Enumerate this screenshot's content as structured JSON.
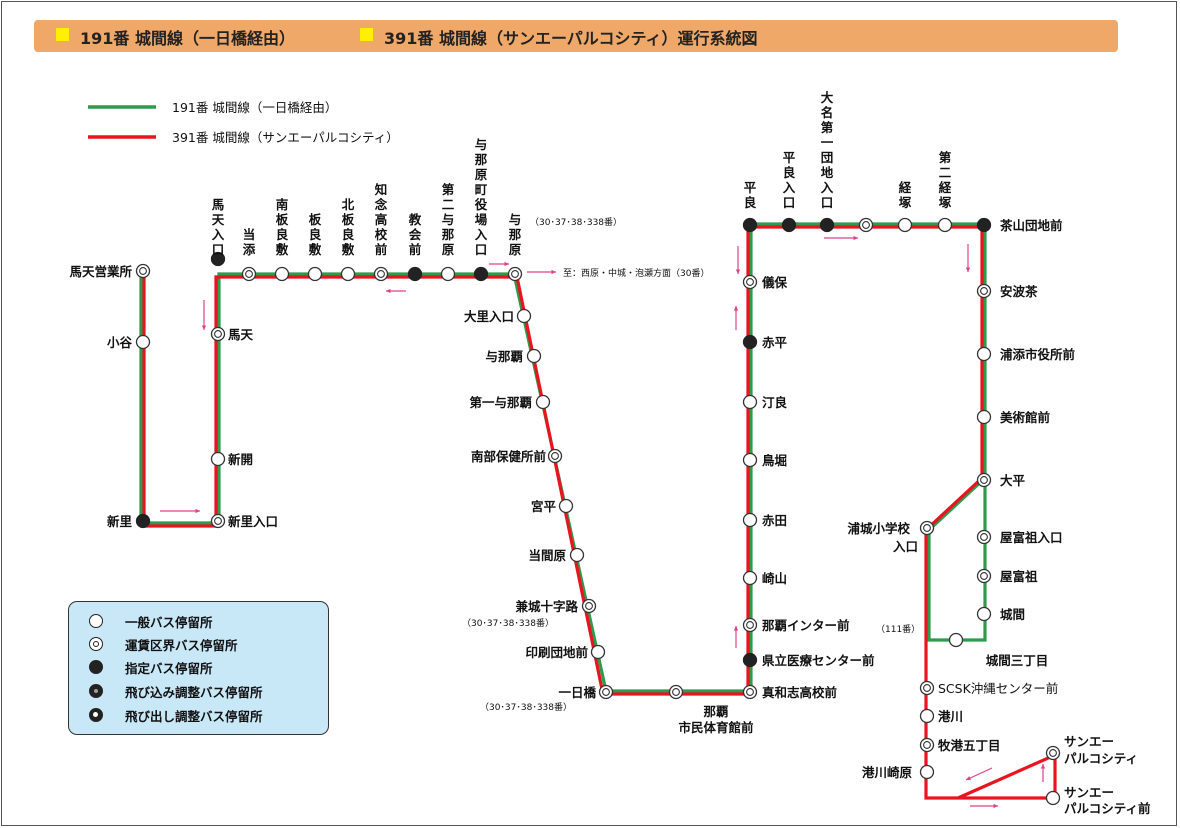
{
  "title": {
    "route1": "191番 城間線（一日橋経由）",
    "route2": "391番 城間線（サンエーパルコシティ）運行系統図"
  },
  "colors": {
    "route191": "#2e9a4e",
    "route391": "#e8141e",
    "arrow": "#e0408a",
    "title_bg": "#f0a868",
    "legend_bg": "#c8e8f8"
  },
  "line_legend": {
    "route191": "191番 城間線（一日橋経由）",
    "route391": "391番 城間線（サンエーパルコシティ）"
  },
  "stops": [
    {
      "name": "馬天営業所",
      "type": "fare-boundary"
    },
    {
      "name": "小谷",
      "type": "regular"
    },
    {
      "name": "新里",
      "type": "designated"
    },
    {
      "name": "新里入口",
      "type": "fare-boundary"
    },
    {
      "name": "新開",
      "type": "regular"
    },
    {
      "name": "馬天",
      "type": "fare-boundary"
    },
    {
      "name": "馬天入口",
      "type": "designated"
    },
    {
      "name": "当添",
      "type": "fare-boundary"
    },
    {
      "name": "南板良敷",
      "type": "regular"
    },
    {
      "name": "板良敷",
      "type": "regular"
    },
    {
      "name": "北板良敷",
      "type": "regular"
    },
    {
      "name": "知念高校前",
      "type": "fare-boundary"
    },
    {
      "name": "教会前",
      "type": "designated"
    },
    {
      "name": "第二与那原",
      "type": "regular"
    },
    {
      "name": "与那原町役場入口",
      "type": "designated"
    },
    {
      "name": "与那原",
      "type": "fare-boundary"
    },
    {
      "name": "大里入口",
      "type": "regular"
    },
    {
      "name": "与那覇",
      "type": "regular"
    },
    {
      "name": "第一与那覇",
      "type": "regular"
    },
    {
      "name": "南部保健所前",
      "type": "fare-boundary"
    },
    {
      "name": "宮平",
      "type": "regular"
    },
    {
      "name": "当間原",
      "type": "regular"
    },
    {
      "name": "兼城十字路",
      "type": "fare-boundary"
    },
    {
      "name": "印刷団地前",
      "type": "regular"
    },
    {
      "name": "一日橋",
      "type": "fare-boundary"
    },
    {
      "name": "那覇市民体育館前",
      "type": "fare-boundary"
    },
    {
      "name": "真和志高校前",
      "type": "fare-boundary"
    },
    {
      "name": "県立医療センター前",
      "type": "designated"
    },
    {
      "name": "那覇インター前",
      "type": "fare-boundary"
    },
    {
      "name": "崎山",
      "type": "regular"
    },
    {
      "name": "赤田",
      "type": "regular"
    },
    {
      "name": "鳥堀",
      "type": "regular"
    },
    {
      "name": "汀良",
      "type": "regular"
    },
    {
      "name": "赤平",
      "type": "designated"
    },
    {
      "name": "儀保",
      "type": "fare-boundary"
    },
    {
      "name": "平良",
      "type": "designated"
    },
    {
      "name": "平良入口",
      "type": "designated"
    },
    {
      "name": "大名第一団地入口",
      "type": "designated"
    },
    {
      "name": "",
      "type": "fare-boundary"
    },
    {
      "name": "経塚",
      "type": "regular"
    },
    {
      "name": "第二経塚",
      "type": "regular"
    },
    {
      "name": "茶山団地前",
      "type": "designated"
    },
    {
      "name": "安波茶",
      "type": "fare-boundary"
    },
    {
      "name": "浦添市役所前",
      "type": "regular"
    },
    {
      "name": "美術館前",
      "type": "regular"
    },
    {
      "name": "大平",
      "type": "fare-boundary"
    },
    {
      "name": "屋富祖入口",
      "type": "fare-boundary"
    },
    {
      "name": "屋富祖",
      "type": "fare-boundary"
    },
    {
      "name": "城間",
      "type": "regular"
    },
    {
      "name": "城間三丁目",
      "type": "regular"
    },
    {
      "name": "浦城小学校入口",
      "type": "fare-boundary"
    },
    {
      "name": "SCSK沖縄センター前",
      "type": "fare-boundary"
    },
    {
      "name": "港川",
      "type": "regular"
    },
    {
      "name": "牧港五丁目",
      "type": "fare-boundary"
    },
    {
      "name": "港川崎原",
      "type": "regular"
    },
    {
      "name": "サンエーパルコシティ",
      "type": "fare-boundary"
    },
    {
      "name": "サンエーパルコシティ前",
      "type": "regular"
    }
  ],
  "notes": {
    "yonabaru_nums": "（30･37･38･338番）",
    "yonabaru_to": "至：西原・中城・泡瀬方面（30番）",
    "kaneshiro_nums": "（30･37･38･338番）",
    "ichinichibashi_nums": "（30･37･38･338番）",
    "naha_ic_nums": "（111番）"
  },
  "stop_legend": [
    {
      "label": "一般バス停留所",
      "icon": "regular"
    },
    {
      "label": "運賃区界バス停留所",
      "icon": "fare-boundary"
    },
    {
      "label": "指定バス停留所",
      "icon": "designated"
    },
    {
      "label": "飛び込み調整バス停留所",
      "icon": "jump-in"
    },
    {
      "label": "飛び出し調整バス停留所",
      "icon": "jump-out"
    }
  ]
}
